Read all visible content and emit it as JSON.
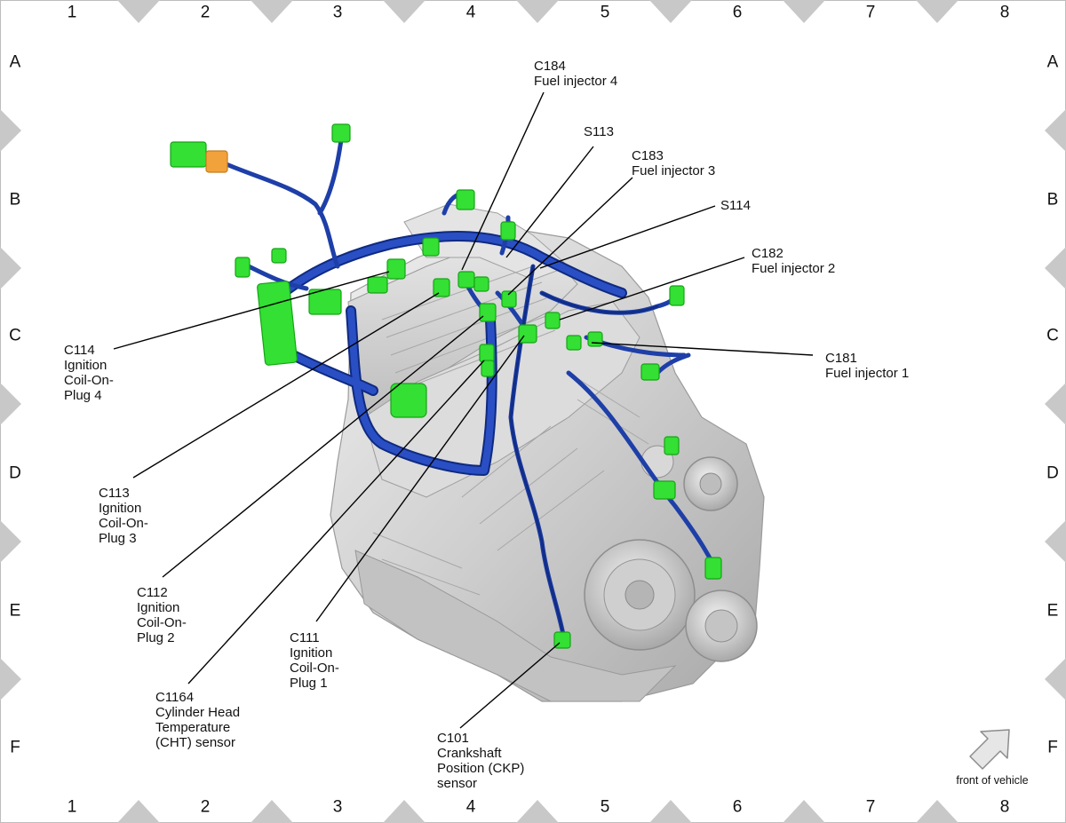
{
  "grid": {
    "columns": [
      "1",
      "2",
      "3",
      "4",
      "5",
      "6",
      "7",
      "8"
    ],
    "rows": [
      "A",
      "B",
      "C",
      "D",
      "E",
      "F"
    ]
  },
  "callouts": [
    {
      "id": "c184",
      "lines": [
        "C184",
        "Fuel injector 4"
      ]
    },
    {
      "id": "s113",
      "lines": [
        "S113"
      ]
    },
    {
      "id": "c183",
      "lines": [
        "C183",
        "Fuel injector 3"
      ]
    },
    {
      "id": "s114",
      "lines": [
        "S114"
      ]
    },
    {
      "id": "c182",
      "lines": [
        "C182",
        "Fuel injector 2"
      ]
    },
    {
      "id": "c181",
      "lines": [
        "C181",
        "Fuel injector 1"
      ]
    },
    {
      "id": "c114",
      "lines": [
        "C114",
        "Ignition",
        "Coil-On-",
        "Plug 4"
      ]
    },
    {
      "id": "c113",
      "lines": [
        "C113",
        "Ignition",
        "Coil-On-",
        "Plug 3"
      ]
    },
    {
      "id": "c112",
      "lines": [
        "C112",
        "Ignition",
        "Coil-On-",
        "Plug 2"
      ]
    },
    {
      "id": "c1164",
      "lines": [
        "C1164",
        "Cylinder Head",
        "Temperature",
        "(CHT) sensor"
      ]
    },
    {
      "id": "c111",
      "lines": [
        "C111",
        "Ignition",
        "Coil-On-",
        "Plug 1"
      ]
    },
    {
      "id": "c101",
      "lines": [
        "C101",
        "Crankshaft",
        "Position (CKP)",
        "sensor"
      ]
    }
  ],
  "direction_indicator": {
    "label": "front of vehicle",
    "icon": "arrow-up-right-icon"
  },
  "colors": {
    "harness": "#1f3fa8",
    "harness_dark": "#0f2a80",
    "connector": "#33e033",
    "connector_dark": "#16a316",
    "connector_alt": "#f2a23a",
    "engine": "#d4d4d4",
    "engine_dark": "#a6a6a6",
    "frame_marker": "#c8c8c8"
  }
}
